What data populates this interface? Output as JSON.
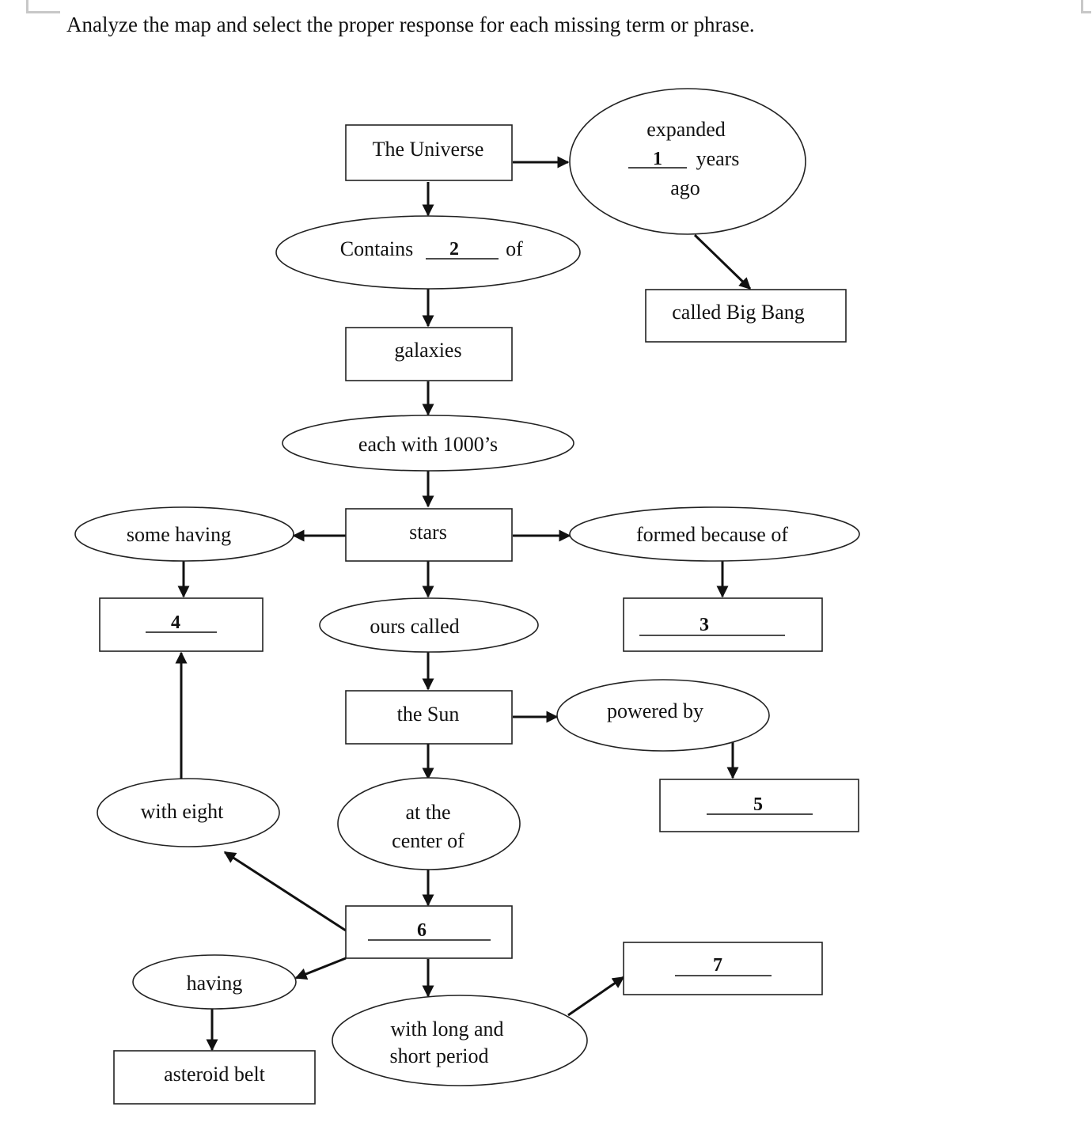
{
  "instruction": "Analyze the map and select the proper response for each missing term or phrase.",
  "nodes": {
    "universe": "The Universe",
    "expanded": [
      "expanded",
      "1",
      "years",
      "ago"
    ],
    "big_bang": "called Big Bang",
    "contains": [
      "Contains",
      "2",
      "of"
    ],
    "galaxies": "galaxies",
    "each_with": "each with 1000’s",
    "stars": "stars",
    "some_having": "some having",
    "blank4": "4",
    "formed_because": "formed because of",
    "blank3": "3",
    "ours_called": "ours called",
    "the_sun": "the Sun",
    "powered_by": "powered by",
    "blank5": "5",
    "with_eight": "with eight",
    "center_of": [
      "at the",
      "center of"
    ],
    "blank6": "6",
    "having": "having",
    "asteroid_belt": "asteroid belt",
    "long_short": [
      "with long and",
      "short period"
    ],
    "blank7": "7"
  }
}
